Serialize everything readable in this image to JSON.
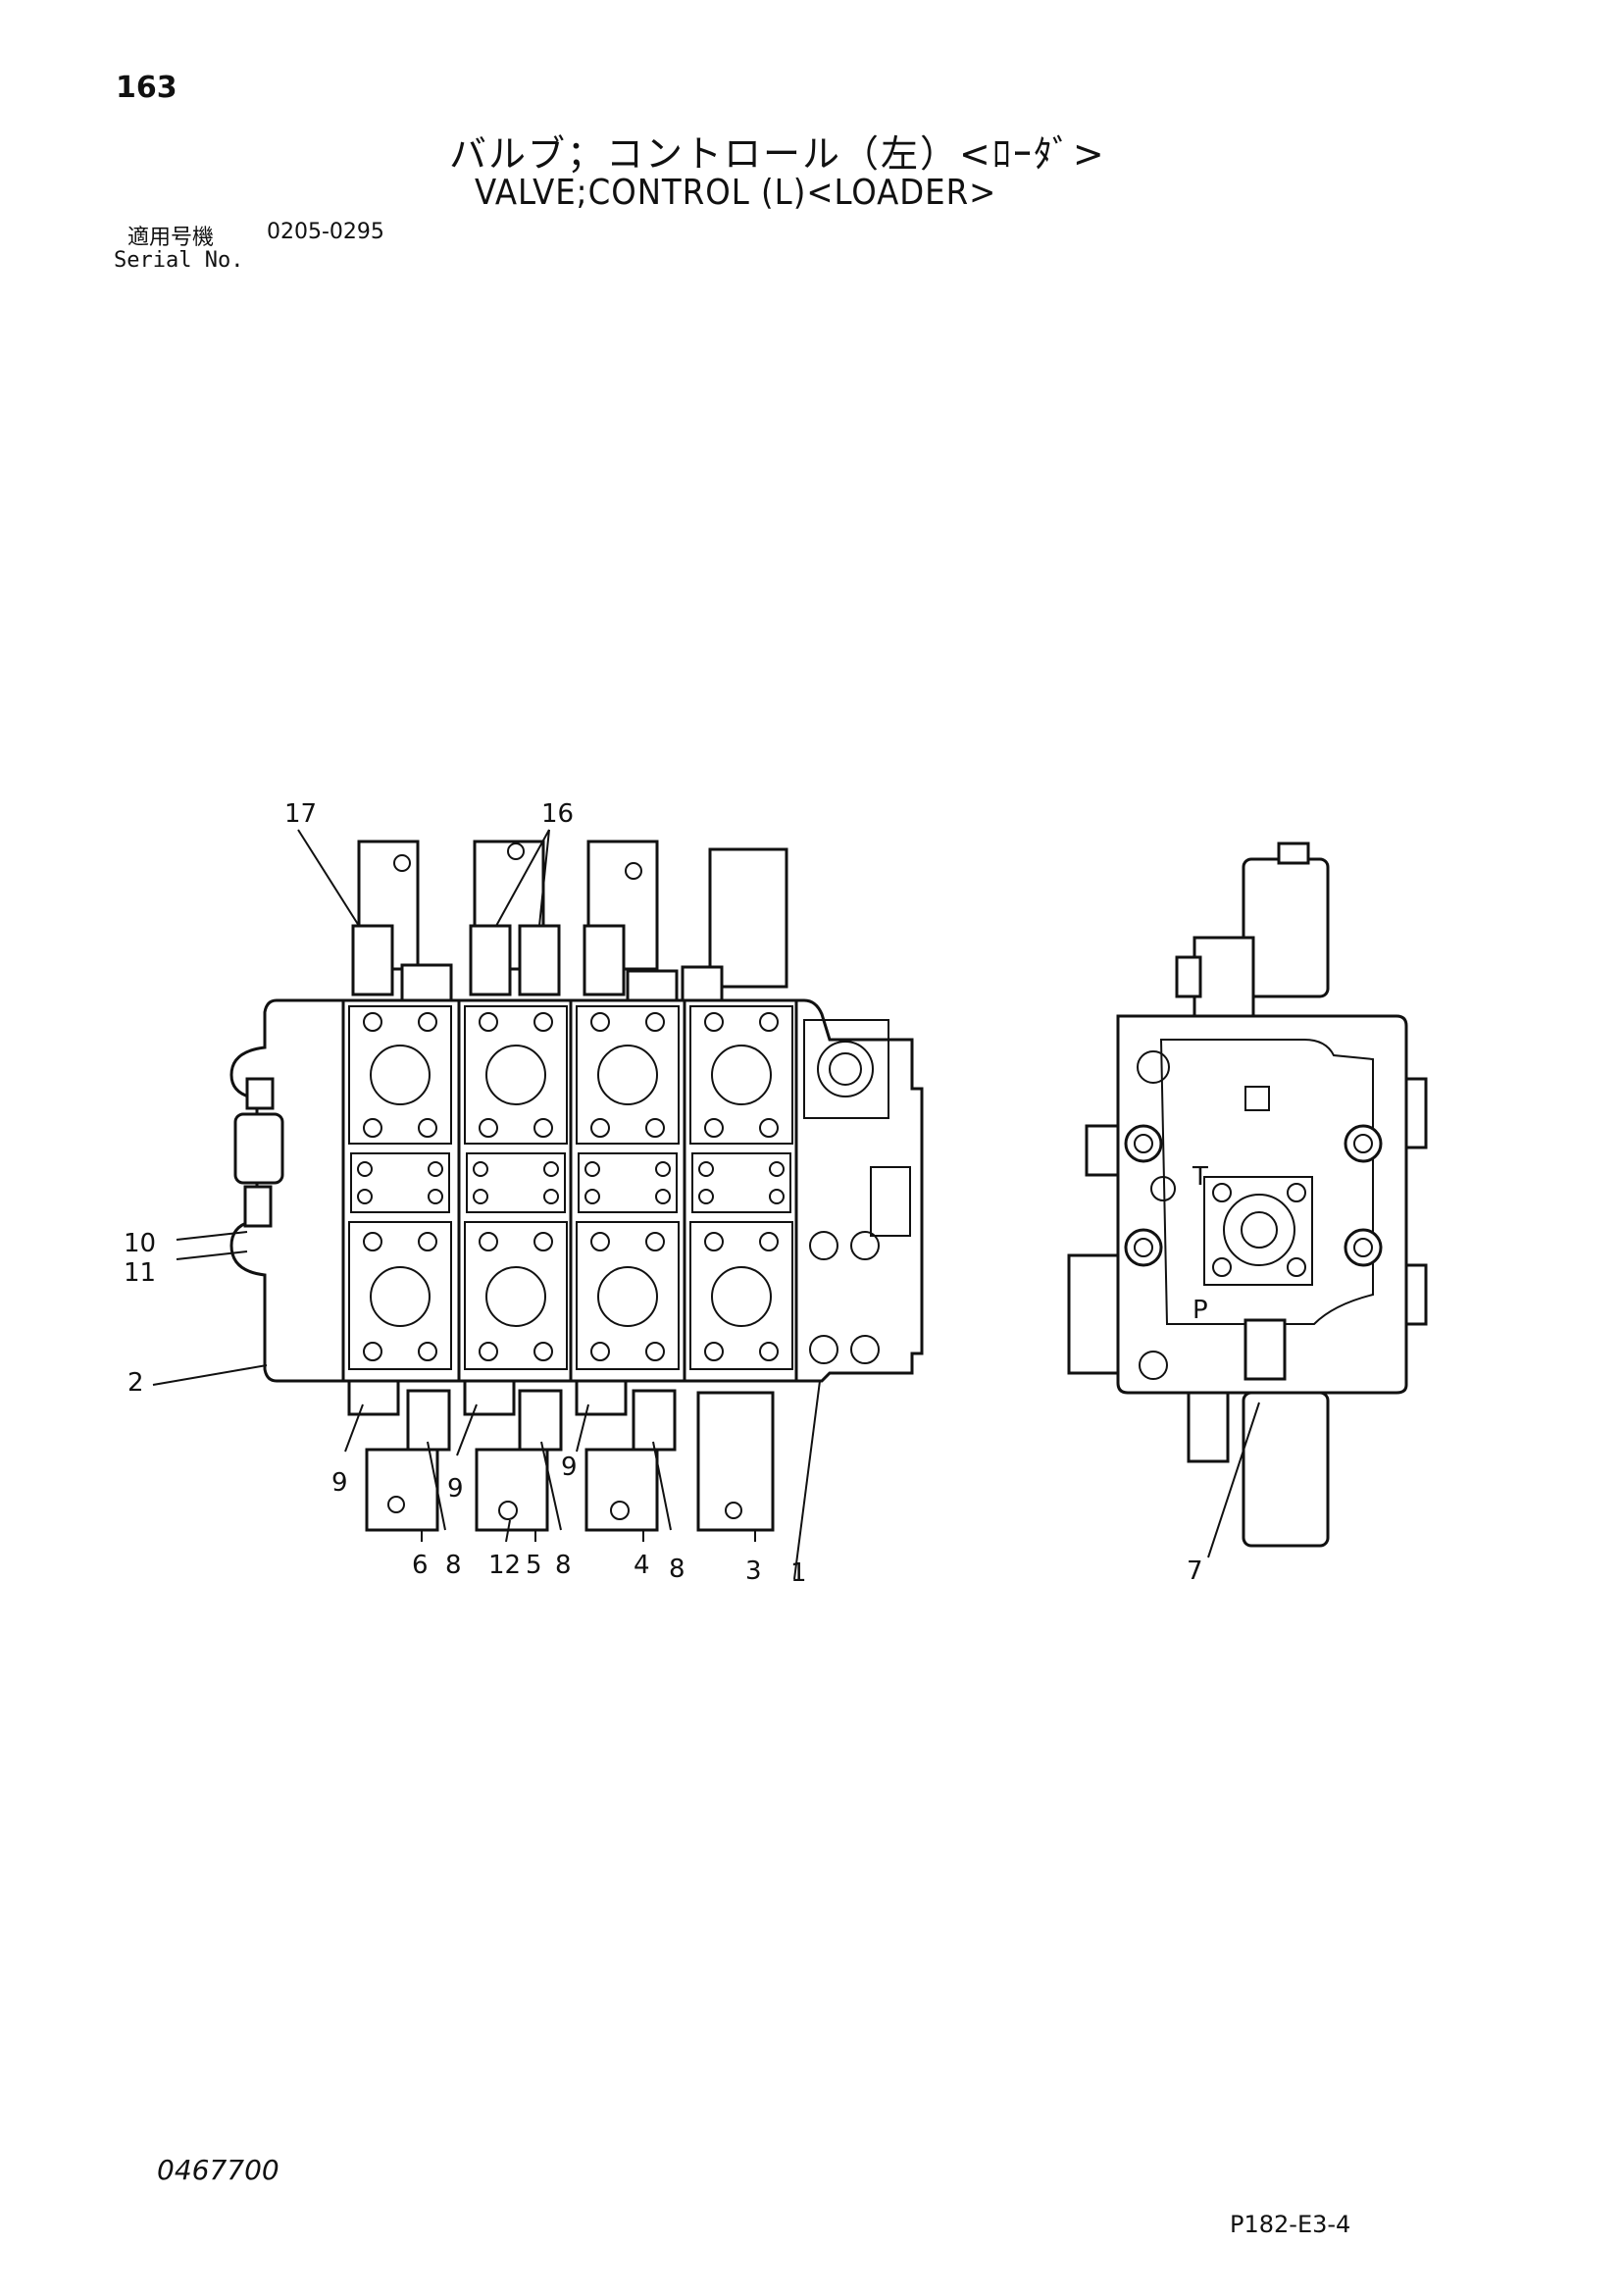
{
  "header": {
    "page_number": "163",
    "title_jp": "バルブ；コントロール（左）<ﾛｰﾀﾞ>",
    "title_en": "VALVE;CONTROL (L)<LOADER>",
    "serial_label_jp": "適用号機",
    "serial_value": "0205-0295",
    "serial_label_en": "Serial No."
  },
  "callouts": {
    "c1": "1",
    "c2": "2",
    "c3": "3",
    "c4": "4",
    "c5": "5",
    "c6": "6",
    "c7": "7",
    "c8a": "8",
    "c8b": "8",
    "c8c": "8",
    "c9a": "9",
    "c9b": "9",
    "c9c": "9",
    "c10": "10",
    "c11": "11",
    "c12": "12",
    "c16": "16",
    "c17": "17",
    "port_t": "T",
    "port_p": "P"
  },
  "footer": {
    "catalog_number": "0467700",
    "page_code": "P182-E3-4"
  }
}
